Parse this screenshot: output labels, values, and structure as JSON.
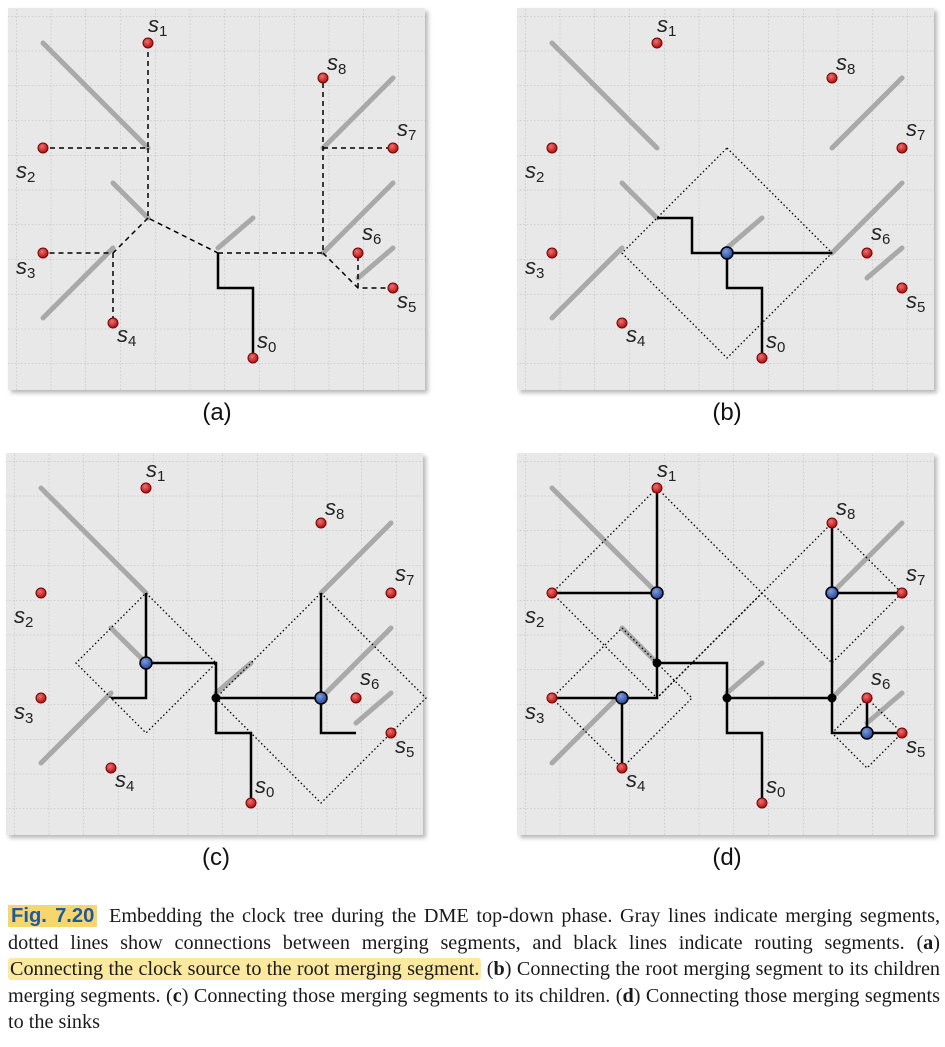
{
  "panels": [
    {
      "id": "a",
      "label": "(a)"
    },
    {
      "id": "b",
      "label": "(b)"
    },
    {
      "id": "c",
      "label": "(c)"
    },
    {
      "id": "d",
      "label": "(d)"
    }
  ],
  "sinks": [
    {
      "name": "s",
      "sub": "0"
    },
    {
      "name": "s",
      "sub": "1"
    },
    {
      "name": "s",
      "sub": "2"
    },
    {
      "name": "s",
      "sub": "3"
    },
    {
      "name": "s",
      "sub": "4"
    },
    {
      "name": "s",
      "sub": "5"
    },
    {
      "name": "s",
      "sub": "6"
    },
    {
      "name": "s",
      "sub": "7"
    },
    {
      "name": "s",
      "sub": "8"
    }
  ],
  "colors": {
    "background": "#e8e8e8",
    "grid": "#b5b5b5",
    "merging_segment": "#a9a9a9",
    "routing": "#000000",
    "sink": "#d42a2a",
    "merge_node": "#3f64b5",
    "caption_label_bg": "#f5d76e",
    "highlight": "#fbe9a0"
  },
  "caption": {
    "fig_label": "Fig. 7.20",
    "intro": "Embedding the clock tree during the DME top-down phase. Gray lines indicate merging segments, dotted lines show connections between merging segments, and black lines indicate routing segments.",
    "a_letter": "a",
    "a_text": "Connecting the clock source to the root merging segment.",
    "b_letter": "b",
    "b_text": "Connecting the root merging segment to its children merging segments.",
    "c_letter": "c",
    "c_text": "Connecting those merging segments to its children.",
    "d_letter": "d",
    "d_text": "Connecting those merging segments to the sinks"
  }
}
